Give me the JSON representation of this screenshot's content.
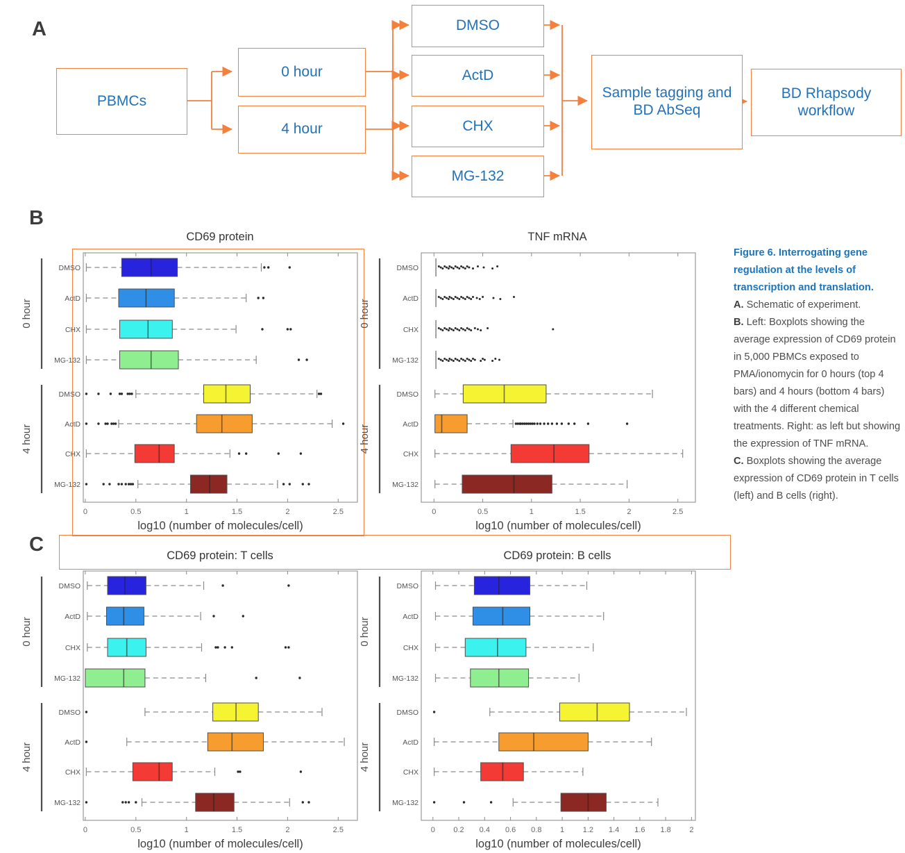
{
  "sections": {
    "a": "A",
    "b": "B",
    "c": "C"
  },
  "flow": {
    "pbmcs": "PBMCs",
    "h0": "0 hour",
    "h4": "4 hour",
    "t1": "DMSO",
    "t2": "ActD",
    "t3": "CHX",
    "t4": "MG-132",
    "sample": "Sample tagging and BD AbSeq",
    "rhapsody": "BD Rhapsody workflow"
  },
  "colors": {
    "flow_orange": "#F4803C",
    "flow_text_blue": "#2272B9",
    "caption_blue": "#1B75BC",
    "dmso_0h": "#2823DC",
    "actd_0h": "#2F8FE6",
    "chx_0h": "#3CF2EE",
    "mg132_0h": "#8FEE8F",
    "dmso_4h": "#F4F433",
    "actd_4h": "#F79D2F",
    "chx_4h": "#F43A34",
    "mg132_4h": "#8C2823"
  },
  "caption": {
    "title": "Figure 6. Interrogating gene regulation at the levels of transcription and translation.",
    "a_label": "A.",
    "a_text": " Schematic of experiment.",
    "b_label": "B.",
    "b_text": " Left: Boxplots showing the average expression of CD69 protein in 5,000 PBMCs exposed to PMA/ionomycin for 0 hours (top 4 bars) and 4 hours (bottom 4 bars) with the 4 different chemical treatments. Right: as left but showing the expression of TNF mRNA.",
    "c_label": "C.",
    "c_text": " Boxplots showing the average expression of CD69 protein in T cells (left) and B cells (right)."
  },
  "chart_data": [
    {
      "id": "b-left",
      "type": "boxplot-horizontal",
      "title": "CD69 protein",
      "xlabel": "log10 (number of molecules/cell)",
      "xlim": [
        -0.02,
        2.69
      ],
      "xticks": [
        0,
        0.5,
        1,
        1.5,
        2,
        2.5
      ],
      "xtick_labels": [
        "0",
        "0.5",
        "1",
        "1.5",
        "2",
        "2.5"
      ],
      "groups": [
        {
          "label": "0 hour",
          "rows": [
            {
              "label": "DMSO",
              "type": "box",
              "color": "#2823DC",
              "whislo": 0.01,
              "q1": 0.36,
              "med": 0.65,
              "q3": 0.91,
              "whishi": 1.74,
              "dots": [
                1.77,
                1.81,
                2.02
              ]
            },
            {
              "label": "ActD",
              "type": "box",
              "color": "#2F8FE6",
              "whislo": 0.01,
              "q1": 0.33,
              "med": 0.6,
              "q3": 0.88,
              "whishi": 1.59,
              "dots": [
                1.71,
                1.76
              ]
            },
            {
              "label": "CHX",
              "type": "box",
              "color": "#3CF2EE",
              "whislo": 0.01,
              "q1": 0.34,
              "med": 0.62,
              "q3": 0.86,
              "whishi": 1.49,
              "dots": [
                1.75,
                2.0,
                2.03
              ]
            },
            {
              "label": "MG-132",
              "type": "box",
              "color": "#8FEE8F",
              "whislo": 0.01,
              "q1": 0.34,
              "med": 0.65,
              "q3": 0.92,
              "whishi": 1.69,
              "dots": [
                2.11,
                2.19
              ]
            }
          ]
        },
        {
          "label": "4 hour",
          "rows": [
            {
              "label": "DMSO",
              "type": "box",
              "color": "#F4F433",
              "whislo": 0.5,
              "q1": 1.17,
              "med": 1.39,
              "q3": 1.63,
              "whishi": 2.29,
              "dots": [
                0.01,
                0.13,
                0.25,
                0.34,
                0.36,
                0.42,
                0.44,
                0.46,
                2.31,
                2.33
              ]
            },
            {
              "label": "ActD",
              "type": "box",
              "color": "#F79D2F",
              "whislo": 0.33,
              "q1": 1.1,
              "med": 1.35,
              "q3": 1.65,
              "whishi": 2.44,
              "dots": [
                0.01,
                0.13,
                0.2,
                0.22,
                0.26,
                0.28,
                0.3,
                2.55
              ]
            },
            {
              "label": "CHX",
              "type": "box",
              "color": "#F43A34",
              "whislo": 0.01,
              "q1": 0.49,
              "med": 0.73,
              "q3": 0.88,
              "whishi": 1.43,
              "dots": [
                1.52,
                1.59,
                1.91,
                2.13
              ]
            },
            {
              "label": "MG-132",
              "type": "box",
              "color": "#8C2823",
              "whislo": 0.52,
              "q1": 1.04,
              "med": 1.23,
              "q3": 1.4,
              "whishi": 1.9,
              "dots": [
                0.01,
                0.18,
                0.24,
                0.33,
                0.36,
                0.4,
                0.43,
                0.45,
                0.47,
                1.96,
                2.02,
                2.15,
                2.21
              ]
            }
          ]
        }
      ]
    },
    {
      "id": "b-right",
      "type": "boxplot-horizontal",
      "title": "TNF mRNA",
      "xlabel": "log10 (number of molecules/cell)",
      "xlim": [
        -0.13,
        2.68
      ],
      "xticks": [
        0,
        0.5,
        1,
        1.5,
        2,
        2.5
      ],
      "xtick_labels": [
        "0",
        "0.5",
        "1",
        "1.5",
        "2",
        "2.5"
      ],
      "groups": [
        {
          "label": "0 hour",
          "rows": [
            {
              "label": "DMSO",
              "type": "strip",
              "line": 0.02,
              "dots": [
                0.05,
                0.07,
                0.09,
                0.11,
                0.13,
                0.15,
                0.16,
                0.18,
                0.2,
                0.22,
                0.24,
                0.26,
                0.28,
                0.3,
                0.32,
                0.34,
                0.36,
                0.4,
                0.45,
                0.51,
                0.6,
                0.65
              ]
            },
            {
              "label": "ActD",
              "type": "strip",
              "line": 0.02,
              "dots": [
                0.05,
                0.07,
                0.09,
                0.11,
                0.13,
                0.15,
                0.16,
                0.18,
                0.2,
                0.22,
                0.24,
                0.26,
                0.28,
                0.3,
                0.32,
                0.34,
                0.36,
                0.38,
                0.4,
                0.44,
                0.47,
                0.5,
                0.61,
                0.68,
                0.82
              ]
            },
            {
              "label": "CHX",
              "type": "strip",
              "line": 0.02,
              "dots": [
                0.05,
                0.07,
                0.09,
                0.11,
                0.13,
                0.15,
                0.16,
                0.18,
                0.2,
                0.22,
                0.24,
                0.26,
                0.28,
                0.3,
                0.32,
                0.34,
                0.36,
                0.38,
                0.42,
                0.45,
                0.48,
                0.55,
                1.22
              ]
            },
            {
              "label": "MG-132",
              "type": "strip",
              "line": 0.02,
              "dots": [
                0.05,
                0.07,
                0.09,
                0.11,
                0.13,
                0.15,
                0.16,
                0.18,
                0.2,
                0.22,
                0.24,
                0.26,
                0.28,
                0.3,
                0.32,
                0.34,
                0.36,
                0.38,
                0.4,
                0.42,
                0.48,
                0.5,
                0.52,
                0.6,
                0.63,
                0.67
              ]
            }
          ]
        },
        {
          "label": "4 hour",
          "rows": [
            {
              "label": "DMSO",
              "type": "box",
              "color": "#F4F433",
              "whislo": 0.01,
              "q1": 0.3,
              "med": 0.72,
              "q3": 1.15,
              "whishi": 2.24,
              "dots": []
            },
            {
              "label": "ActD",
              "type": "box",
              "color": "#F79D2F",
              "whislo": 0.01,
              "q1": 0.01,
              "med": 0.08,
              "q3": 0.34,
              "whishi": 0.81,
              "dots": [
                0.84,
                0.86,
                0.88,
                0.89,
                0.91,
                0.93,
                0.95,
                0.97,
                0.99,
                1.01,
                1.03,
                1.06,
                1.09,
                1.13,
                1.17,
                1.21,
                1.26,
                1.31,
                1.38,
                1.44,
                1.58,
                1.98
              ]
            },
            {
              "label": "CHX",
              "type": "box",
              "color": "#F43A34",
              "whislo": 0.01,
              "q1": 0.79,
              "med": 1.23,
              "q3": 1.59,
              "whishi": 2.55,
              "dots": []
            },
            {
              "label": "MG-132",
              "type": "box",
              "color": "#8C2823",
              "whislo": 0.01,
              "q1": 0.29,
              "med": 0.82,
              "q3": 1.21,
              "whishi": 1.98,
              "dots": []
            }
          ]
        }
      ]
    },
    {
      "id": "c-left",
      "type": "boxplot-horizontal",
      "title": "CD69 protein: T cells",
      "xlabel": "log10 (number of molecules/cell)",
      "xlim": [
        -0.02,
        2.69
      ],
      "xticks": [
        0,
        0.5,
        1,
        1.5,
        2,
        2.5
      ],
      "xtick_labels": [
        "0",
        "0.5",
        "1",
        "1.5",
        "2",
        "2.5"
      ],
      "groups": [
        {
          "label": "0 hour",
          "rows": [
            {
              "label": "DMSO",
              "type": "box",
              "color": "#2823DC",
              "whislo": 0.02,
              "q1": 0.22,
              "med": 0.39,
              "q3": 0.6,
              "whishi": 1.17,
              "dots": [
                1.36,
                2.01
              ]
            },
            {
              "label": "ActD",
              "type": "box",
              "color": "#2F8FE6",
              "whislo": 0.02,
              "q1": 0.21,
              "med": 0.38,
              "q3": 0.58,
              "whishi": 1.14,
              "dots": [
                1.27,
                1.56
              ]
            },
            {
              "label": "CHX",
              "type": "box",
              "color": "#3CF2EE",
              "whislo": 0.02,
              "q1": 0.22,
              "med": 0.41,
              "q3": 0.6,
              "whishi": 1.15,
              "dots": [
                1.29,
                1.31,
                1.38,
                1.45,
                1.98,
                2.01
              ]
            },
            {
              "label": "MG-132",
              "type": "box",
              "color": "#8FEE8F",
              "whislo": 0.0,
              "q1": 0.0,
              "med": 0.38,
              "q3": 0.59,
              "whishi": 1.19,
              "dots": [
                1.69,
                2.12
              ]
            }
          ]
        },
        {
          "label": "4 hour",
          "rows": [
            {
              "label": "DMSO",
              "type": "box",
              "color": "#F4F433",
              "whislo": 0.59,
              "q1": 1.26,
              "med": 1.49,
              "q3": 1.71,
              "whishi": 2.34,
              "dots": [
                0.01
              ]
            },
            {
              "label": "ActD",
              "type": "box",
              "color": "#F79D2F",
              "whislo": 0.41,
              "q1": 1.21,
              "med": 1.45,
              "q3": 1.76,
              "whishi": 2.56,
              "dots": [
                0.01
              ]
            },
            {
              "label": "CHX",
              "type": "box",
              "color": "#F43A34",
              "whislo": 0.01,
              "q1": 0.47,
              "med": 0.73,
              "q3": 0.86,
              "whishi": 1.28,
              "dots": [
                1.51,
                1.53,
                2.13
              ]
            },
            {
              "label": "MG-132",
              "type": "box",
              "color": "#8C2823",
              "whislo": 0.56,
              "q1": 1.09,
              "med": 1.27,
              "q3": 1.47,
              "whishi": 2.02,
              "dots": [
                0.01,
                0.37,
                0.4,
                0.43,
                0.5,
                2.15,
                2.21
              ]
            }
          ]
        }
      ]
    },
    {
      "id": "c-right",
      "type": "boxplot-horizontal",
      "title": "CD69 protein: B cells",
      "xlabel": "log10 (number of molecules/cell)",
      "xlim": [
        -0.09,
        2.03
      ],
      "xticks": [
        0,
        0.2,
        0.4,
        0.6,
        0.8,
        1,
        1.2,
        1.4,
        1.6,
        1.8,
        2
      ],
      "xtick_labels": [
        "0",
        "0.2",
        "0.4",
        "0.6",
        "0.8",
        "1",
        "1.2",
        "1.4",
        "1.6",
        "1.8",
        "2"
      ],
      "groups": [
        {
          "label": "0 hour",
          "rows": [
            {
              "label": "DMSO",
              "type": "box",
              "color": "#2823DC",
              "whislo": 0.02,
              "q1": 0.32,
              "med": 0.51,
              "q3": 0.75,
              "whishi": 1.19,
              "dots": []
            },
            {
              "label": "ActD",
              "type": "box",
              "color": "#2F8FE6",
              "whislo": 0.02,
              "q1": 0.31,
              "med": 0.54,
              "q3": 0.75,
              "whishi": 1.32,
              "dots": []
            },
            {
              "label": "CHX",
              "type": "box",
              "color": "#3CF2EE",
              "whislo": 0.02,
              "q1": 0.25,
              "med": 0.5,
              "q3": 0.72,
              "whishi": 1.24,
              "dots": []
            },
            {
              "label": "MG-132",
              "type": "box",
              "color": "#8FEE8F",
              "whislo": 0.02,
              "q1": 0.29,
              "med": 0.51,
              "q3": 0.74,
              "whishi": 1.13,
              "dots": []
            }
          ]
        },
        {
          "label": "4 hour",
          "rows": [
            {
              "label": "DMSO",
              "type": "box",
              "color": "#F4F433",
              "whislo": 0.44,
              "q1": 0.98,
              "med": 1.27,
              "q3": 1.52,
              "whishi": 1.96,
              "dots": [
                0.01
              ]
            },
            {
              "label": "ActD",
              "type": "box",
              "color": "#F79D2F",
              "whislo": 0.01,
              "q1": 0.51,
              "med": 0.78,
              "q3": 1.2,
              "whishi": 1.69,
              "dots": []
            },
            {
              "label": "CHX",
              "type": "box",
              "color": "#F43A34",
              "whislo": 0.01,
              "q1": 0.37,
              "med": 0.54,
              "q3": 0.7,
              "whishi": 1.16,
              "dots": []
            },
            {
              "label": "MG-132",
              "type": "box",
              "color": "#8C2823",
              "whislo": 0.62,
              "q1": 0.99,
              "med": 1.2,
              "q3": 1.34,
              "whishi": 1.74,
              "dots": [
                0.01,
                0.24,
                0.45
              ]
            }
          ]
        }
      ]
    }
  ]
}
